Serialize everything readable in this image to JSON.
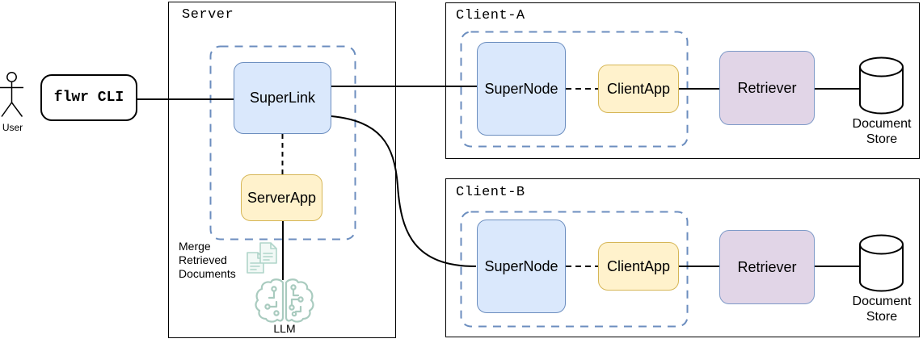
{
  "actors": {
    "user_label": "User"
  },
  "cli": {
    "label": "flwr CLI"
  },
  "server": {
    "frame_label": "Server",
    "superlink_label": "SuperLink",
    "serverapp_label": "ServerApp",
    "merge_note": [
      "Merge",
      "Retrieved",
      "Documents"
    ],
    "llm_label": "LLM"
  },
  "client_a": {
    "frame_label": "Client-A",
    "supernode_label": "SuperNode",
    "clientapp_label": "ClientApp",
    "retriever_label": "Retriever",
    "store_label": "Document Store"
  },
  "client_b": {
    "frame_label": "Client-B",
    "supernode_label": "SuperNode",
    "clientapp_label": "ClientApp",
    "retriever_label": "Retriever",
    "store_label": "Document Store"
  },
  "icons": {
    "user": "stick-figure-actor",
    "llm": "brain-circuit",
    "merge_documents": "document-pages",
    "document_store": "database-cylinder"
  },
  "colors": {
    "node_blue_fill": "#dae8fc",
    "node_blue_stroke": "#6c8ebf",
    "node_yellow_fill": "#fff2cc",
    "node_yellow_stroke": "#d6b656",
    "node_purple_fill": "#e1d5e7",
    "node_purple_stroke": "#7e9ac8",
    "cluster_dash_stroke": "#6c8ebf",
    "connector": "#000000",
    "llm_teal": "#a9cbbf",
    "doc_icon_teal": "#b0d5ca"
  }
}
